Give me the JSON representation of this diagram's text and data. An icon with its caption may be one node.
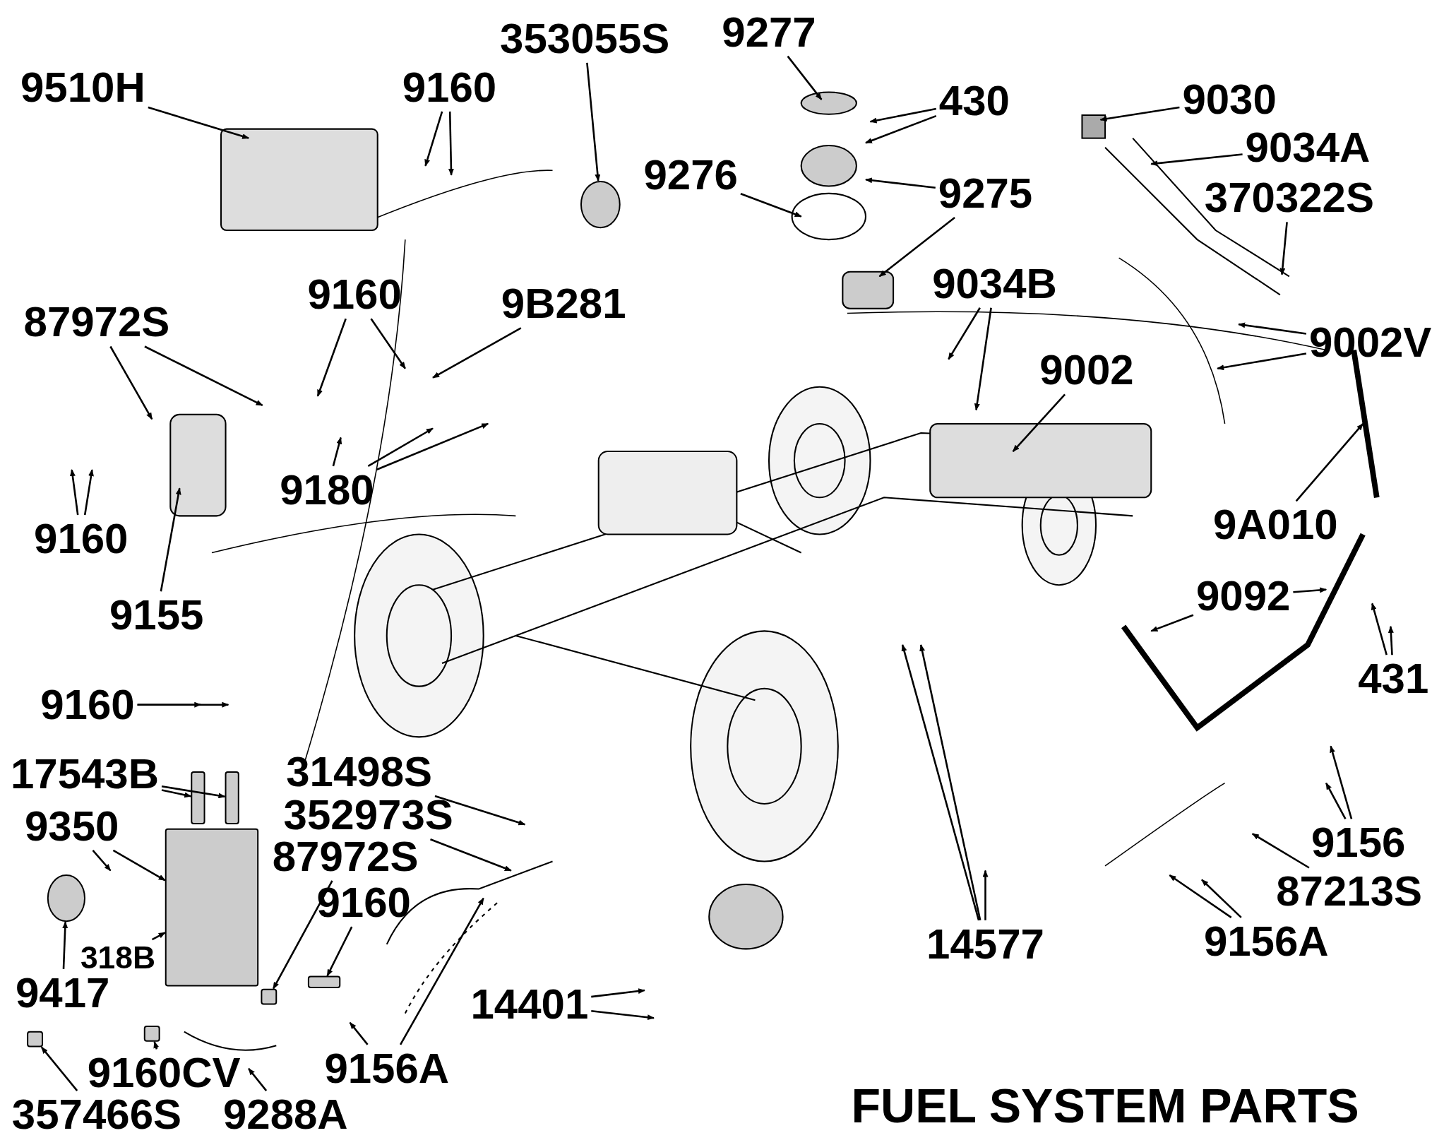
{
  "diagram": {
    "title": "FUEL SYSTEM PARTS",
    "nodes": [
      {
        "text": [
          "9510H"
        ]
      },
      {
        "text": [
          "9160"
        ]
      },
      {
        "text": [
          "353055S"
        ]
      },
      {
        "text": [
          "9277"
        ]
      },
      {
        "text": [
          "430"
        ]
      },
      {
        "text": [
          "9276"
        ]
      },
      {
        "text": [
          "9275"
        ]
      },
      {
        "text": [
          "9030"
        ]
      },
      {
        "text": [
          "9034A"
        ]
      },
      {
        "text": [
          "370322S"
        ]
      },
      {
        "text": [
          "9034B"
        ]
      },
      {
        "text": [
          "9002V"
        ]
      },
      {
        "text": [
          "87972S"
        ]
      },
      {
        "text": [
          "9160"
        ]
      },
      {
        "text": [
          "9B281"
        ]
      },
      {
        "text": [
          "9002"
        ]
      },
      {
        "text": [
          "9180"
        ]
      },
      {
        "text": [
          "9160"
        ]
      },
      {
        "text": [
          "9155"
        ]
      },
      {
        "text": [
          "9A010"
        ]
      },
      {
        "text": [
          "9092"
        ]
      },
      {
        "text": [
          "431"
        ]
      },
      {
        "text": [
          "9160"
        ]
      },
      {
        "text": [
          "17543B"
        ]
      },
      {
        "text": [
          "9350"
        ]
      },
      {
        "text": [
          "31498S"
        ]
      },
      {
        "text": [
          "352973S"
        ]
      },
      {
        "text": [
          "87972S"
        ]
      },
      {
        "text": [
          "9160"
        ]
      },
      {
        "text": [
          "318B"
        ]
      },
      {
        "text": [
          "9417"
        ]
      },
      {
        "text": [
          "9160CV"
        ]
      },
      {
        "text": [
          "357466S"
        ]
      },
      {
        "text": [
          "9288A"
        ]
      },
      {
        "text": [
          "9156A"
        ]
      },
      {
        "text": [
          "14401"
        ]
      },
      {
        "text": [
          "14577"
        ]
      },
      {
        "text": [
          "9156"
        ]
      },
      {
        "text": [
          "87213S"
        ]
      },
      {
        "text": [
          "9156A"
        ]
      },
      {
        "text": [],
        "shape": "circle"
      },
      {
        "text": [],
        "shape": "box"
      },
      {
        "text": [],
        "shape": "circle"
      },
      {
        "text": [],
        "shape": "box"
      },
      {
        "text": [],
        "shape": "box"
      },
      {
        "text": [],
        "shape": "box"
      },
      {
        "text": [],
        "shape": "box"
      },
      {
        "text": [],
        "shape": "box"
      },
      {
        "text": [],
        "shape": "box"
      }
    ],
    "edges": [
      {
        "from": 0,
        "to": null,
        "arrow": "to"
      },
      {
        "from": 1,
        "to": null,
        "arrow": "to"
      },
      {
        "from": 1,
        "to": null,
        "arrow": "to"
      },
      {
        "from": 2,
        "to": 40,
        "arrow": "to"
      },
      {
        "from": 3,
        "to": null,
        "arrow": "to"
      },
      {
        "from": 4,
        "to": null,
        "arrow": "to"
      },
      {
        "from": 4,
        "to": null,
        "arrow": "to"
      },
      {
        "from": 5,
        "to": null,
        "arrow": "to"
      },
      {
        "from": 6,
        "to": null,
        "arrow": "to"
      },
      {
        "from": 6,
        "to": null,
        "arrow": "to"
      },
      {
        "from": 7,
        "to": null,
        "arrow": "to"
      },
      {
        "from": 8,
        "to": null,
        "arrow": "to"
      },
      {
        "from": 9,
        "to": null,
        "arrow": "to"
      },
      {
        "from": 10,
        "to": null,
        "arrow": "to"
      },
      {
        "from": 10,
        "to": null,
        "arrow": "to"
      },
      {
        "from": 11,
        "to": null,
        "arrow": "to"
      },
      {
        "from": 11,
        "to": null,
        "arrow": "to"
      },
      {
        "from": 12,
        "to": null,
        "arrow": "to"
      },
      {
        "from": 12,
        "to": null,
        "arrow": "to"
      },
      {
        "from": 13,
        "to": null,
        "arrow": "to"
      },
      {
        "from": 13,
        "to": null,
        "arrow": "to"
      },
      {
        "from": 14,
        "to": null,
        "arrow": "to"
      },
      {
        "from": 15,
        "to": null,
        "arrow": "to"
      },
      {
        "from": 16,
        "to": null,
        "arrow": "to"
      },
      {
        "from": 16,
        "to": null,
        "arrow": "to"
      },
      {
        "from": 16,
        "to": null,
        "arrow": "to"
      },
      {
        "from": 17,
        "to": null,
        "arrow": "to"
      },
      {
        "from": 17,
        "to": null,
        "arrow": "to"
      },
      {
        "from": 18,
        "to": null,
        "arrow": "to"
      },
      {
        "from": 19,
        "to": null,
        "arrow": "to"
      },
      {
        "from": 20,
        "to": null,
        "arrow": "to"
      },
      {
        "from": 20,
        "to": null,
        "arrow": "to"
      },
      {
        "from": 21,
        "to": null,
        "arrow": "to"
      },
      {
        "from": 21,
        "to": null,
        "arrow": "to"
      },
      {
        "from": 22,
        "to": null,
        "arrow": "to"
      },
      {
        "from": 22,
        "to": null,
        "arrow": "to"
      },
      {
        "from": 23,
        "to": 45,
        "arrow": "to"
      },
      {
        "from": 23,
        "to": 41,
        "arrow": "to"
      },
      {
        "from": 24,
        "to": null,
        "arrow": "to"
      },
      {
        "from": 24,
        "to": 46,
        "arrow": "to"
      },
      {
        "from": 25,
        "to": null,
        "arrow": "to"
      },
      {
        "from": 26,
        "to": null,
        "arrow": "to"
      },
      {
        "from": 27,
        "to": 47,
        "arrow": "to"
      },
      {
        "from": 28,
        "to": 48,
        "arrow": "to"
      },
      {
        "from": 29,
        "to": 46,
        "arrow": "to"
      },
      {
        "from": 30,
        "to": 42,
        "arrow": "to"
      },
      {
        "from": 31,
        "to": 43,
        "arrow": "to"
      },
      {
        "from": 32,
        "to": 44,
        "arrow": "to"
      },
      {
        "from": 33,
        "to": null,
        "arrow": "to"
      },
      {
        "from": 34,
        "to": null,
        "arrow": "to"
      },
      {
        "from": 34,
        "to": null,
        "arrow": "to"
      },
      {
        "from": 35,
        "to": null,
        "arrow": "to"
      },
      {
        "from": 35,
        "to": null,
        "arrow": "to"
      },
      {
        "from": 36,
        "to": null,
        "arrow": "to"
      },
      {
        "from": 36,
        "to": null,
        "arrow": "to"
      },
      {
        "from": 36,
        "to": null,
        "arrow": "to"
      },
      {
        "from": 37,
        "to": null,
        "arrow": "to"
      },
      {
        "from": 37,
        "to": null,
        "arrow": "to"
      },
      {
        "from": 38,
        "to": null,
        "arrow": "to"
      },
      {
        "from": 39,
        "to": null,
        "arrow": "to"
      },
      {
        "from": 39,
        "to": null,
        "arrow": "to"
      }
    ]
  }
}
